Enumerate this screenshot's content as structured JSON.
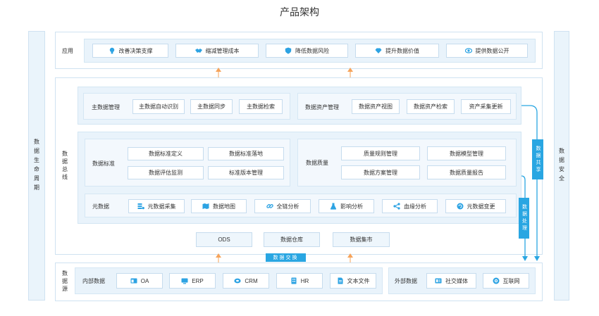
{
  "title": "产品架构",
  "lifecycle_label": "数据生命周期",
  "security_label": "数据安全",
  "application": {
    "label": "应用",
    "items": [
      {
        "label": "改善决策支撑",
        "icon": "lightbulb-icon"
      },
      {
        "label": "缩减管理成本",
        "icon": "handshake-icon"
      },
      {
        "label": "降低数据风险",
        "icon": "shield-icon"
      },
      {
        "label": "提升数据价值",
        "icon": "diamond-icon"
      },
      {
        "label": "提供数据公开",
        "icon": "eye-icon"
      }
    ]
  },
  "bus": {
    "label": "数据总线",
    "master_data": {
      "label": "主数据管理",
      "items": [
        "主数据自动识别",
        "主数据同步",
        "主数据检索"
      ]
    },
    "asset_management": {
      "label": "数据资产管理",
      "items": [
        "数据资产视图",
        "数据资产检索",
        "资产采集更新"
      ]
    },
    "standard": {
      "label": "数据标准",
      "items": [
        "数据标准定义",
        "数据标准落地",
        "数据评估监测",
        "标准版本管理"
      ]
    },
    "quality": {
      "label": "数据质量",
      "items": [
        "质量规则管理",
        "数据模型管理",
        "数据方案管理",
        "数据质量报告"
      ]
    },
    "metadata": {
      "label": "元数据",
      "items": [
        {
          "label": "元数据采集",
          "icon": "database-list-icon"
        },
        {
          "label": "数据地图",
          "icon": "map-icon"
        },
        {
          "label": "全链分析",
          "icon": "link-icon"
        },
        {
          "label": "影响分析",
          "icon": "flask-icon"
        },
        {
          "label": "血缘分析",
          "icon": "lineage-icon"
        },
        {
          "label": "元数据变更",
          "icon": "refresh-icon"
        }
      ]
    },
    "storage": [
      "ODS",
      "数据仓库",
      "数据集市"
    ]
  },
  "flows": {
    "exchange": "数据交换",
    "share": "数据共享",
    "process": "数据处理"
  },
  "source": {
    "label": "数据源",
    "internal": {
      "label": "内部数据",
      "items": [
        {
          "label": "OA",
          "icon": "window-icon"
        },
        {
          "label": "ERP",
          "icon": "monitor-icon"
        },
        {
          "label": "CRM",
          "icon": "disk-icon"
        },
        {
          "label": "HR",
          "icon": "building-icon"
        },
        {
          "label": "文本文件",
          "icon": "document-icon"
        }
      ]
    },
    "external": {
      "label": "外部数据",
      "items": [
        {
          "label": "社交媒体",
          "icon": "social-media-icon"
        },
        {
          "label": "互联网",
          "icon": "globe-icon"
        }
      ]
    }
  },
  "colors": {
    "accent": "#29a6e2",
    "arrow": "#f6a35a",
    "border": "#cfe2f1",
    "panel": "#e9f3fb"
  }
}
